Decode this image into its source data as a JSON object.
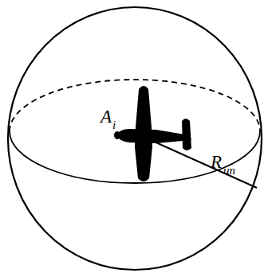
{
  "diagram": {
    "labels": [
      "A",
      "i",
      "R",
      "un"
    ]
  }
}
